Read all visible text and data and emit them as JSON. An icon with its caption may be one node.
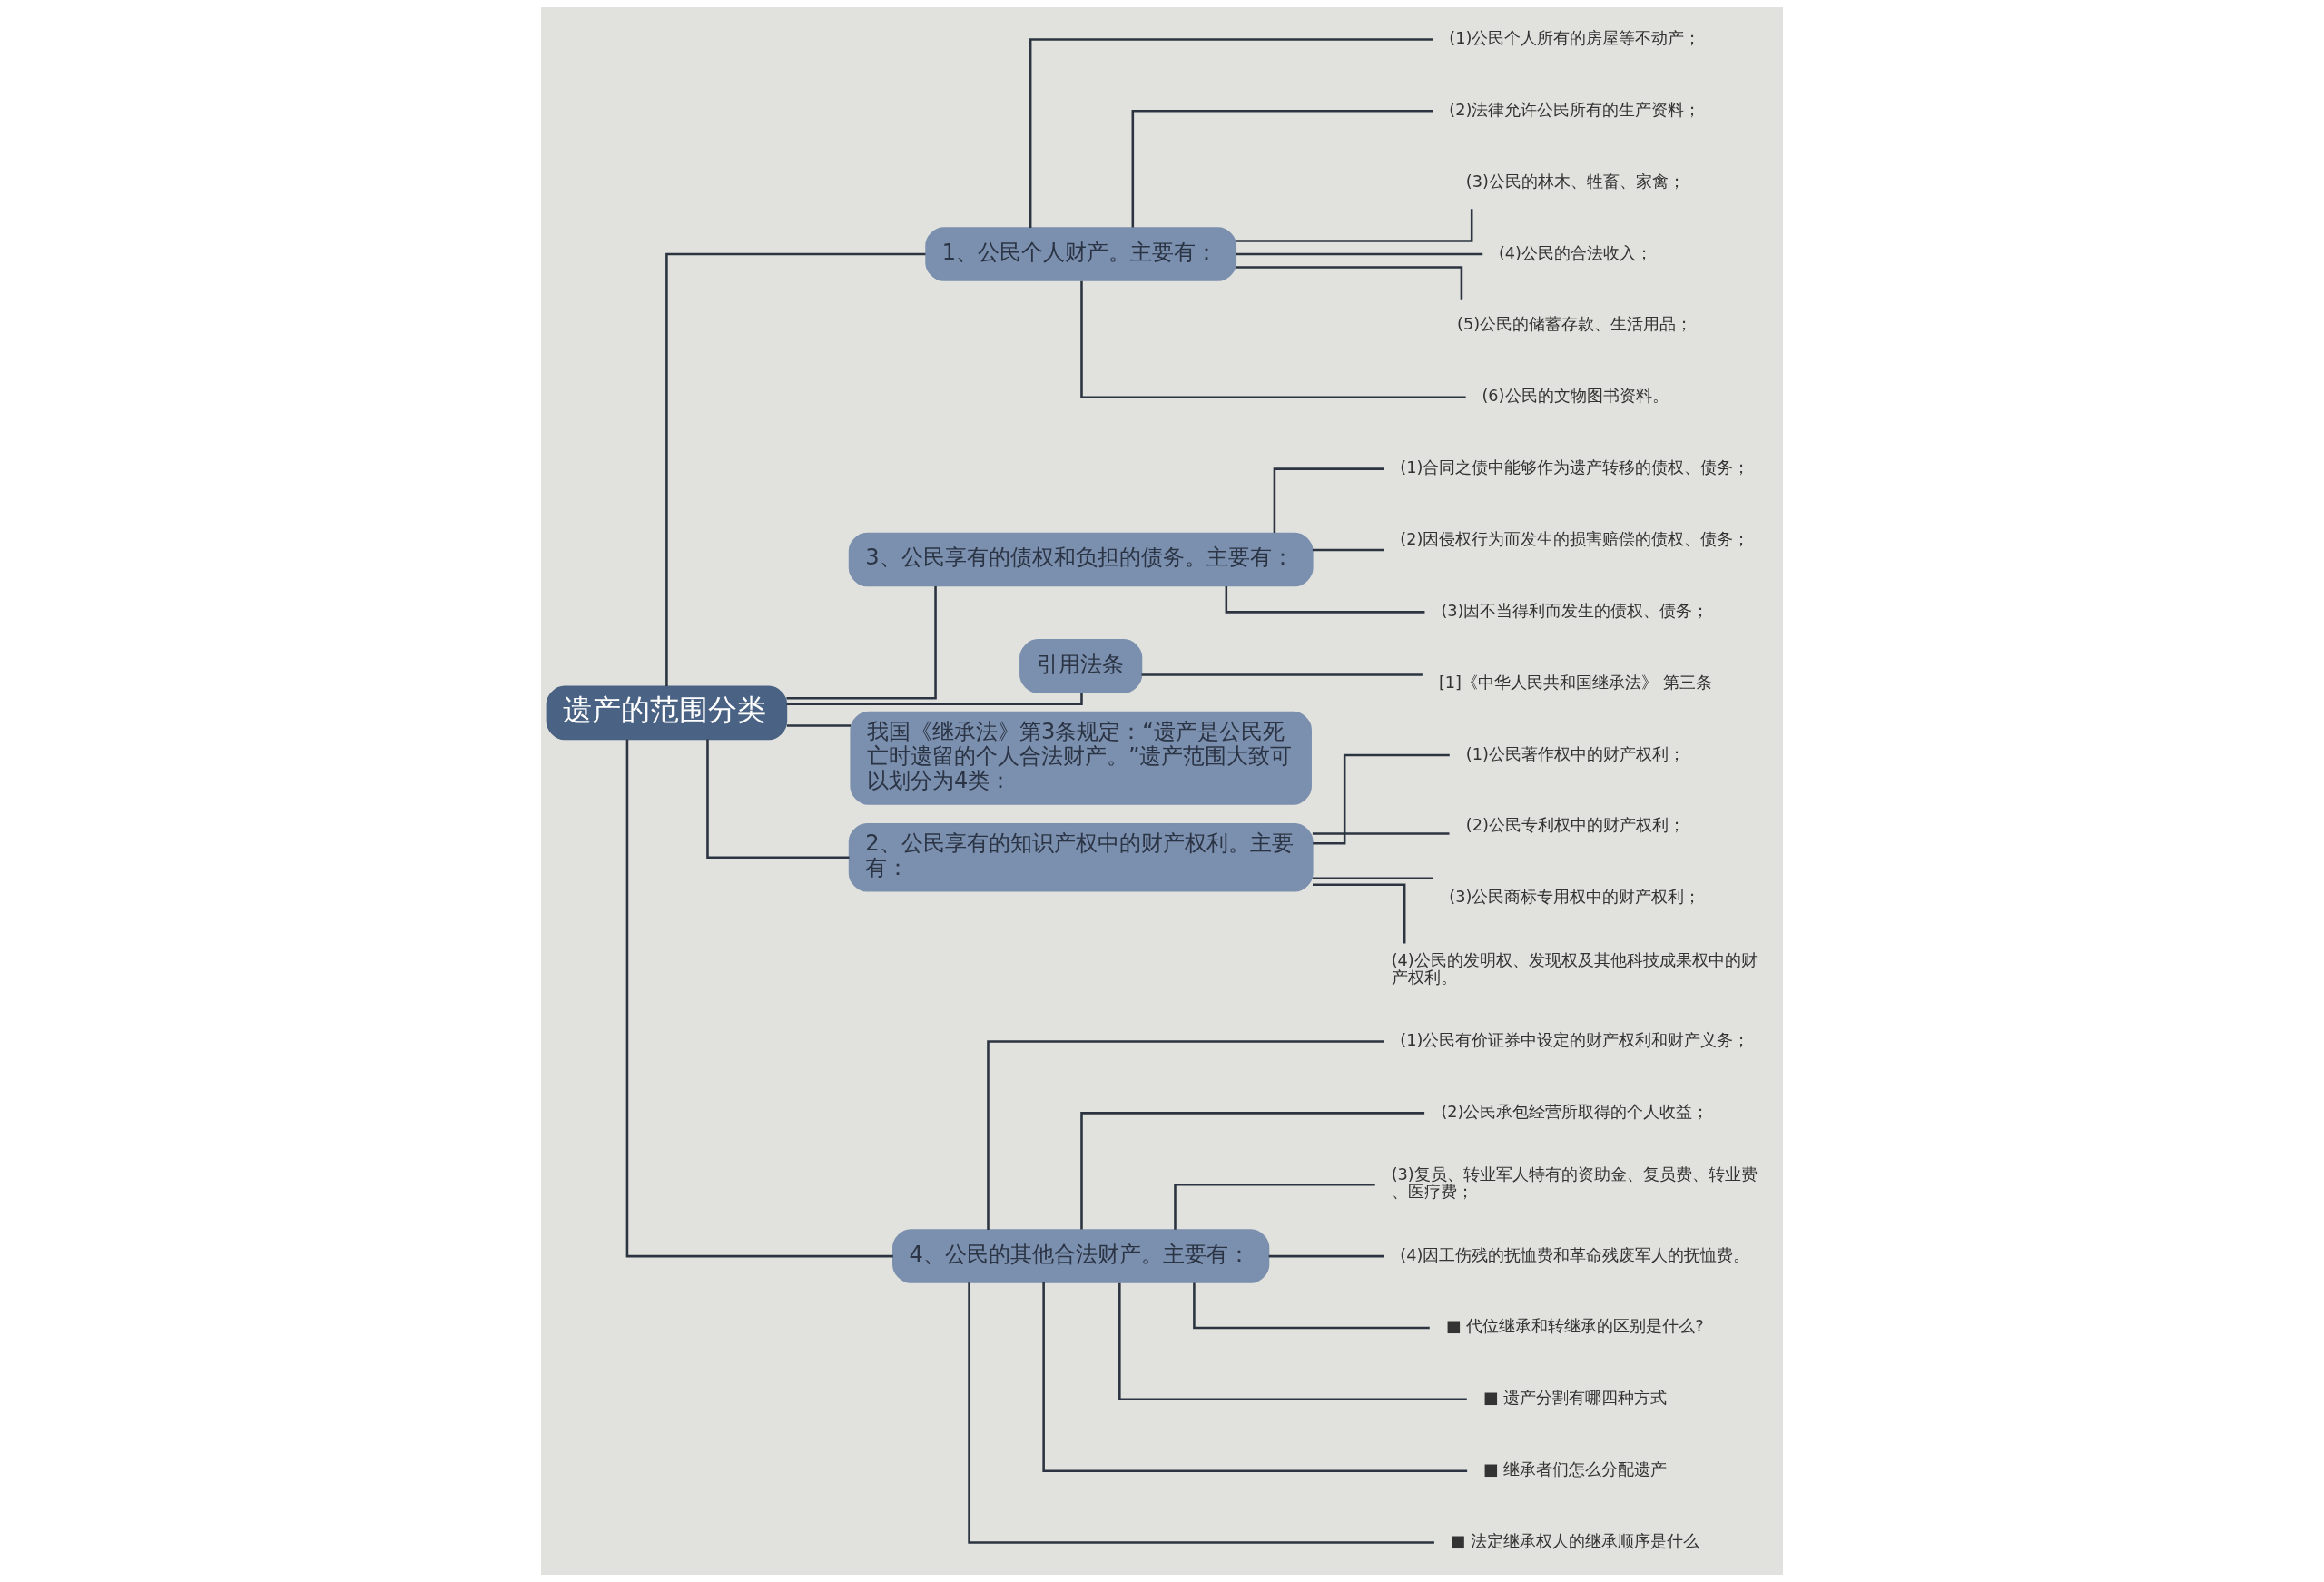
{
  "diagram": {
    "nodes": [
      {
        "text": [
          "遗产的范围分类"
        ]
      },
      {
        "text": [
          "1、公民个人财产。主要有："
        ]
      },
      {
        "text": [
          "(1)公民个人所有的房屋等不动产；"
        ]
      },
      {
        "text": [
          "(2)法律允许公民所有的生产资料；"
        ]
      },
      {
        "text": [
          "(3)公民的林木、牲畜、家禽；"
        ]
      },
      {
        "text": [
          "(4)公民的合法收入；"
        ]
      },
      {
        "text": [
          "(5)公民的储蓄存款、生活用品；"
        ]
      },
      {
        "text": [
          "(6)公民的文物图书资料。"
        ]
      },
      {
        "text": [
          "3、公民享有的债权和负担的债务。主要有："
        ]
      },
      {
        "text": [
          "(1)合同之债中能够作为遗产转移的债权、债务；"
        ]
      },
      {
        "text": [
          "(2)因侵权行为而发生的损害赔偿的债权、债务；"
        ]
      },
      {
        "text": [
          "(3)因不当得利而发生的债权、债务；"
        ]
      },
      {
        "text": [
          "引用法条"
        ]
      },
      {
        "text": [
          "[1]《中华人民共和国继承法》 第三条"
        ]
      },
      {
        "text": [
          "我国《继承法》第3条规定：“遗产是公民死亡时遗留的个人合法财产。”遗产范围大致可以划分为4类："
        ]
      },
      {
        "text": [
          "2、公民享有的知识产权中的财产权利。主要有："
        ]
      },
      {
        "text": [
          "(1)公民著作权中的财产权利；"
        ]
      },
      {
        "text": [
          "(2)公民专利权中的财产权利；"
        ]
      },
      {
        "text": [
          "(3)公民商标专用权中的财产权利；"
        ]
      },
      {
        "text": [
          "(4)公民的发明权、发现权及其他科技成果权中的财产权利。"
        ]
      },
      {
        "text": [
          "4、公民的其他合法财产。主要有："
        ]
      },
      {
        "text": [
          "(1)公民有价证券中设定的财产权利和财产义务；"
        ]
      },
      {
        "text": [
          "(2)公民承包经营所取得的个人收益；"
        ]
      },
      {
        "text": [
          "(3)复员、转业军人特有的资助金、复员费、转业费、医疗费；"
        ]
      },
      {
        "text": [
          "(4)因工伤残的抚恤费和革命残废军人的抚恤费。"
        ]
      },
      {
        "text": [
          "■ 代位继承和转继承的区别是什么?"
        ]
      },
      {
        "text": [
          "■ 遗产分割有哪四种方式"
        ]
      },
      {
        "text": [
          "■ 继承者们怎么分配遗产"
        ]
      },
      {
        "text": [
          "■ 法定继承权人的继承顺序是什么"
        ]
      }
    ],
    "edges": [
      {
        "from": 0,
        "to": 1,
        "arrow": "none"
      },
      {
        "from": 1,
        "to": 2,
        "arrow": "none"
      },
      {
        "from": 1,
        "to": 3,
        "arrow": "none"
      },
      {
        "from": 1,
        "to": 4,
        "arrow": "none"
      },
      {
        "from": 1,
        "to": 5,
        "arrow": "none"
      },
      {
        "from": 1,
        "to": 6,
        "arrow": "none"
      },
      {
        "from": 1,
        "to": 7,
        "arrow": "none"
      },
      {
        "from": 0,
        "to": 8,
        "arrow": "none"
      },
      {
        "from": 8,
        "to": 9,
        "arrow": "none"
      },
      {
        "from": 8,
        "to": 10,
        "arrow": "none"
      },
      {
        "from": 8,
        "to": 11,
        "arrow": "none"
      },
      {
        "from": 0,
        "to": 12,
        "arrow": "none"
      },
      {
        "from": 12,
        "to": 13,
        "arrow": "none"
      },
      {
        "from": 0,
        "to": 14,
        "arrow": "none"
      },
      {
        "from": 0,
        "to": 15,
        "arrow": "none"
      },
      {
        "from": 15,
        "to": 16,
        "arrow": "none"
      },
      {
        "from": 15,
        "to": 17,
        "arrow": "none"
      },
      {
        "from": 15,
        "to": 18,
        "arrow": "none"
      },
      {
        "from": 15,
        "to": 19,
        "arrow": "none"
      },
      {
        "from": 0,
        "to": 20,
        "arrow": "none"
      },
      {
        "from": 20,
        "to": 21,
        "arrow": "none"
      },
      {
        "from": 20,
        "to": 22,
        "arrow": "none"
      },
      {
        "from": 20,
        "to": 23,
        "arrow": "none"
      },
      {
        "from": 20,
        "to": 24,
        "arrow": "none"
      },
      {
        "from": 20,
        "to": 25,
        "arrow": "none"
      },
      {
        "from": 20,
        "to": 26,
        "arrow": "none"
      },
      {
        "from": 20,
        "to": 27,
        "arrow": "none"
      },
      {
        "from": 20,
        "to": 28,
        "arrow": "none"
      }
    ]
  }
}
